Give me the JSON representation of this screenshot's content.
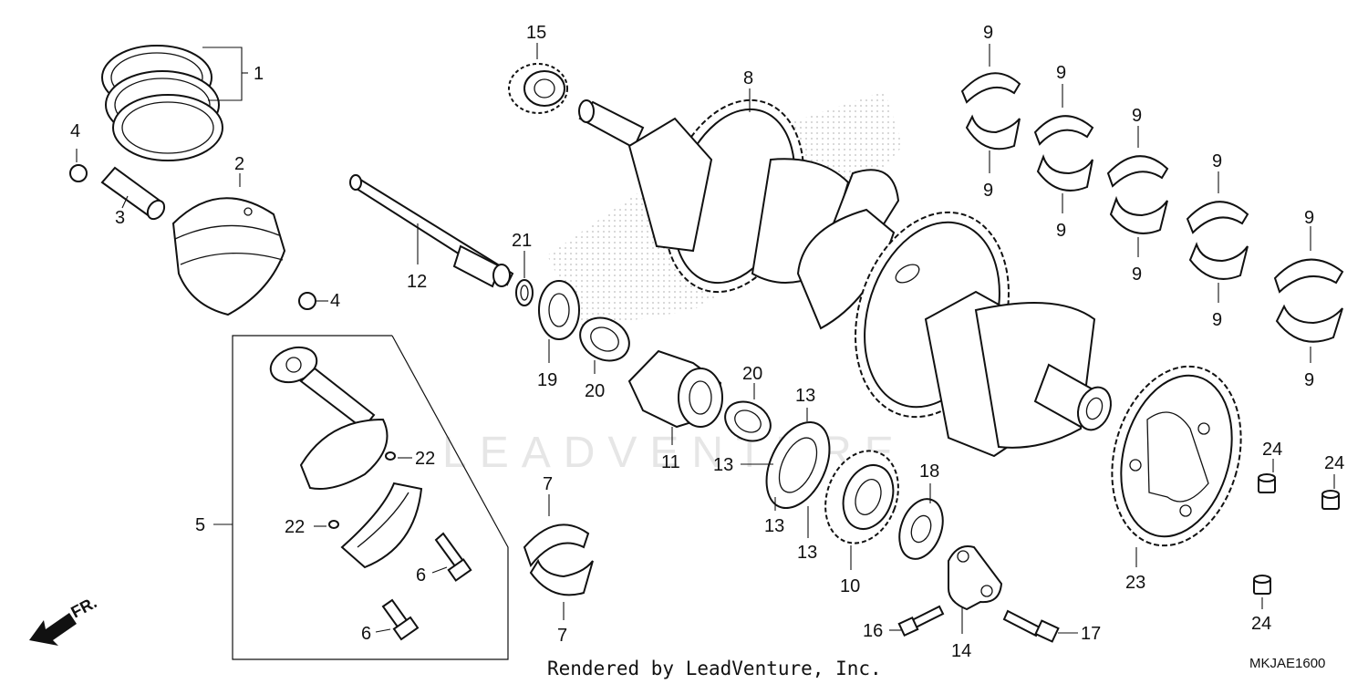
{
  "diagram": {
    "watermark": "LEADVENTURE",
    "front_label": "FR.",
    "footer_text": "Rendered by LeadVenture, Inc.",
    "diagram_code": "MKJAE1600",
    "callouts": {
      "c1": "1",
      "c2": "2",
      "c3": "3",
      "c4a": "4",
      "c4b": "4",
      "c5": "5",
      "c6a": "6",
      "c6b": "6",
      "c7a": "7",
      "c7b": "7",
      "c8": "8",
      "c9a": "9",
      "c9b": "9",
      "c9c": "9",
      "c9d": "9",
      "c9e": "9",
      "c9f": "9",
      "c9g": "9",
      "c9h": "9",
      "c9i": "9",
      "c9j": "9",
      "c10": "10",
      "c11": "11",
      "c12": "12",
      "c13a": "13",
      "c13b": "13",
      "c13c": "13",
      "c13d": "13",
      "c14": "14",
      "c15": "15",
      "c16": "16",
      "c17": "17",
      "c18": "18",
      "c19": "19",
      "c20a": "20",
      "c20b": "20",
      "c21": "21",
      "c22a": "22",
      "c22b": "22",
      "c23": "23",
      "c24a": "24",
      "c24b": "24",
      "c24c": "24"
    }
  }
}
